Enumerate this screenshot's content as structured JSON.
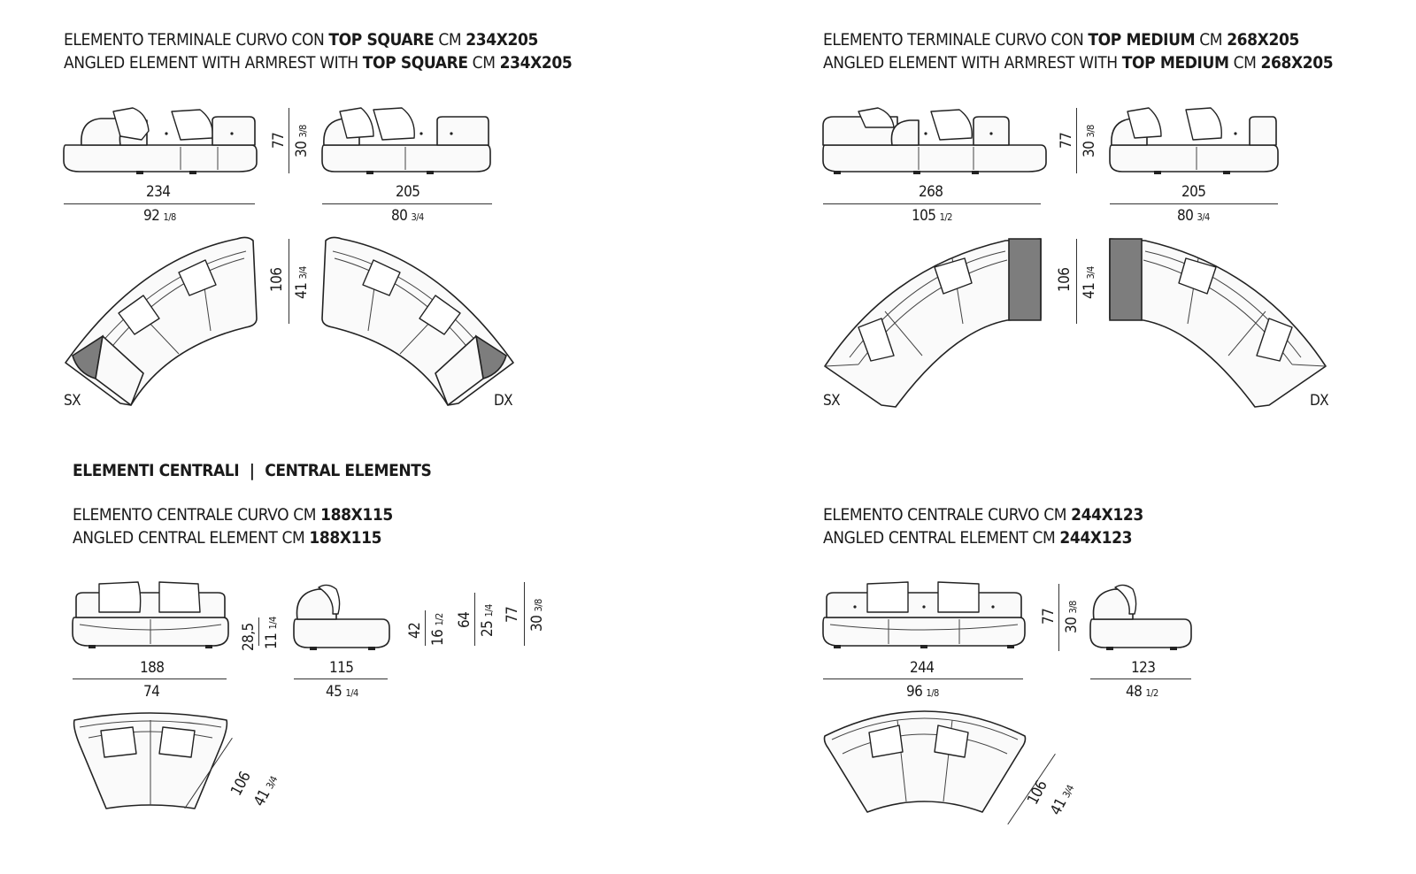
{
  "terminal_square": {
    "it_pre": "ELEMENTO TERMINALE CURVO CON ",
    "it_bold": "TOP SQUARE",
    "it_cm": " CM ",
    "it_size": "234X205",
    "en_pre": "ANGLED ELEMENT WITH ARMREST WITH ",
    "en_bold": "TOP SQUARE",
    "en_cm": " CM ",
    "en_size": "234X205",
    "width_cm": "234",
    "width_in_whole": "92",
    "width_in_frac": "1/8",
    "depth_cm": "205",
    "depth_in_whole": "80",
    "depth_in_frac": "3/4",
    "height_cm": "77",
    "height_in_whole": "30",
    "height_in_frac": "3/8",
    "plan_cm": "106",
    "plan_in_whole": "41",
    "plan_in_frac": "3/4",
    "left_label": "SX",
    "right_label": "DX"
  },
  "terminal_medium": {
    "it_pre": "ELEMENTO TERMINALE CURVO CON ",
    "it_bold": "TOP MEDIUM",
    "it_cm": " CM ",
    "it_size": "268X205",
    "en_pre": "ANGLED ELEMENT WITH ARMREST WITH ",
    "en_bold": "TOP MEDIUM",
    "en_cm": " CM ",
    "en_size": "268X205",
    "width_cm": "268",
    "width_in_whole": "105",
    "width_in_frac": "1/2",
    "depth_cm": "205",
    "depth_in_whole": "80",
    "depth_in_frac": "3/4",
    "height_cm": "77",
    "height_in_whole": "30",
    "height_in_frac": "3/8",
    "plan_cm": "106",
    "plan_in_whole": "41",
    "plan_in_frac": "3/4",
    "left_label": "SX",
    "right_label": "DX"
  },
  "central_section": {
    "heading_it": "ELEMENTI CENTRALI",
    "separator": "|",
    "heading_en": "CENTRAL ELEMENTS"
  },
  "central_small": {
    "it_pre": "ELEMENTO CENTRALE CURVO CM ",
    "it_size": "188X115",
    "en_pre": "ANGLED CENTRAL ELEMENT CM ",
    "en_size": "188X115",
    "width_cm": "188",
    "width_in_whole": "74",
    "depth_cm": "115",
    "depth_in_whole": "45",
    "depth_in_frac": "1/4",
    "seat_cm": "28,5",
    "seat_in_whole": "11",
    "seat_in_frac": "1/4",
    "arm_cm": "42",
    "arm_in_whole": "16",
    "arm_in_frac": "1/2",
    "back_cm": "64",
    "back_in_whole": "25",
    "back_in_frac": "1/4",
    "height_cm": "77",
    "height_in_whole": "30",
    "height_in_frac": "3/8",
    "plan_cm": "106",
    "plan_in_whole": "41",
    "plan_in_frac": "3/4"
  },
  "central_large": {
    "it_pre": "ELEMENTO CENTRALE CURVO CM ",
    "it_size": "244X123",
    "en_pre": "ANGLED CENTRAL ELEMENT CM ",
    "en_size": "244X123",
    "width_cm": "244",
    "width_in_whole": "96",
    "width_in_frac": "1/8",
    "depth_cm": "123",
    "depth_in_whole": "48",
    "depth_in_frac": "1/2",
    "height_cm": "77",
    "height_in_whole": "30",
    "height_in_frac": "3/8",
    "plan_cm": "106",
    "plan_in_whole": "41",
    "plan_in_frac": "3/4"
  }
}
